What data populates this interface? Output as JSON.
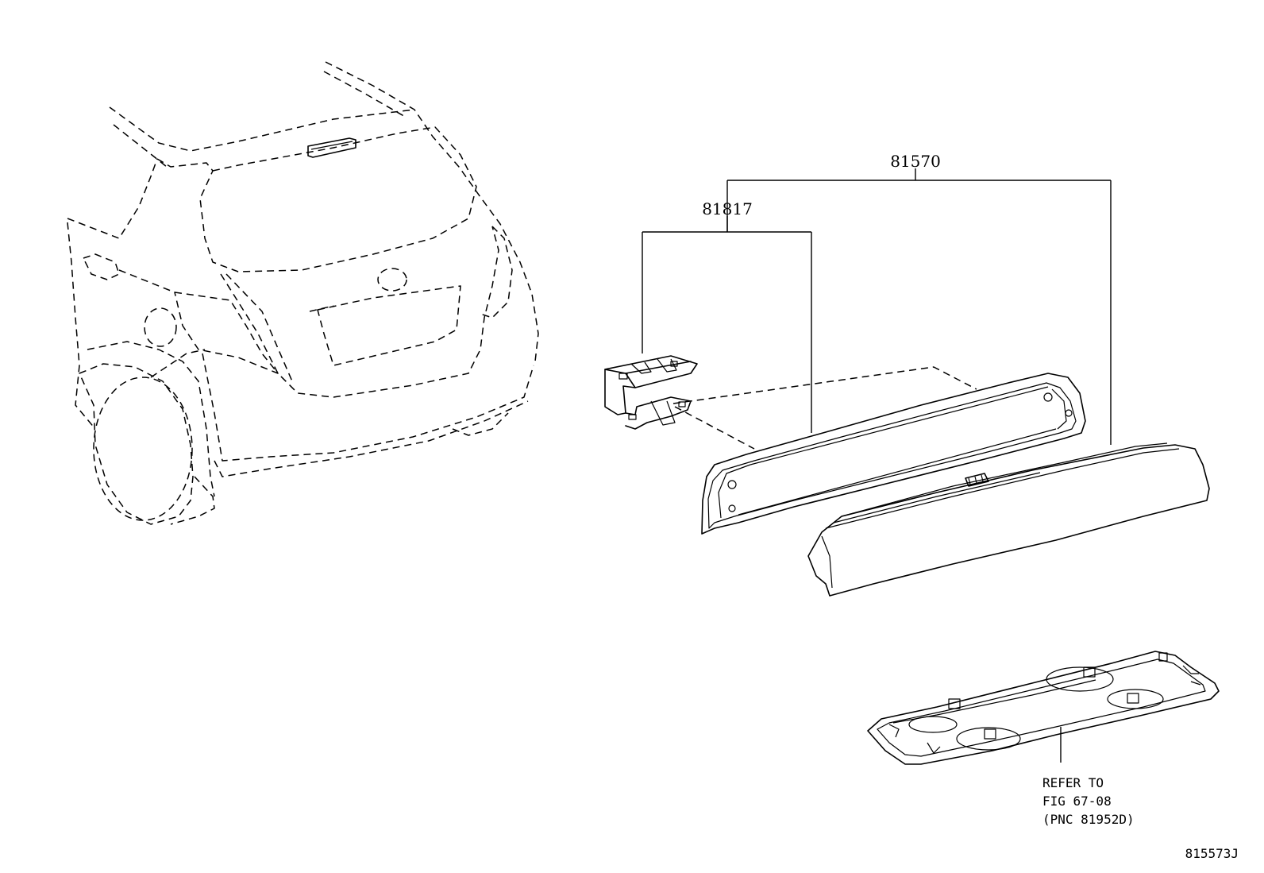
{
  "parts": [
    {
      "number": "81570"
    },
    {
      "number": "81817"
    }
  ],
  "reference_note": {
    "line1": "REFER TO",
    "line2": "FIG 67-08",
    "line3": "(PNC 81952D)"
  },
  "figure_code": "815573J"
}
